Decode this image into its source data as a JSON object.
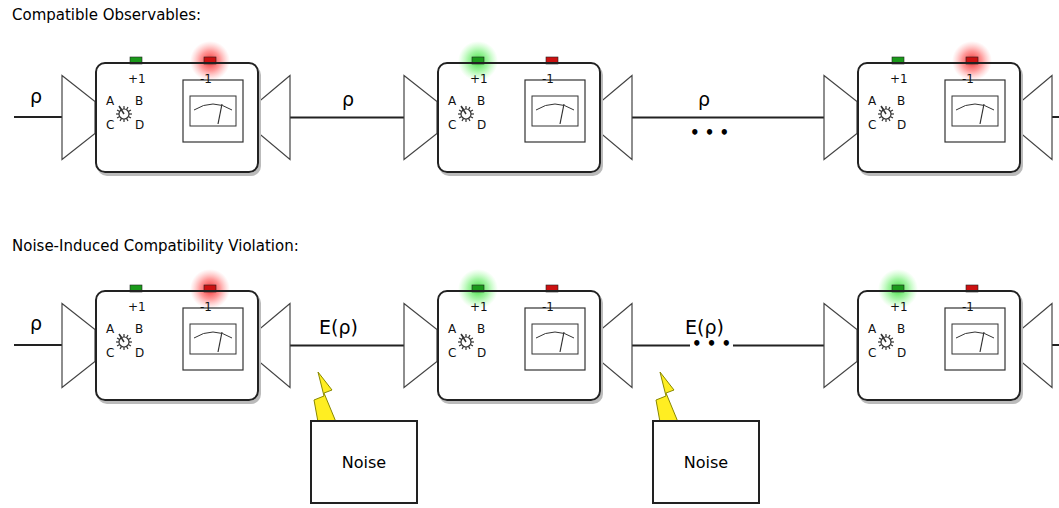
{
  "diagram": {
    "nodes": [
      {
        "text": [
          "+1",
          "-1",
          "A",
          "B",
          "C",
          "D"
        ]
      },
      {
        "text": [
          "+1",
          "-1",
          "A",
          "B",
          "C",
          "D"
        ]
      },
      {
        "text": [
          "+1",
          "-1",
          "A",
          "B",
          "C",
          "D"
        ]
      },
      {
        "text": [
          "+1",
          "-1",
          "A",
          "B",
          "C",
          "D"
        ]
      },
      {
        "text": [
          "+1",
          "-1",
          "A",
          "B",
          "C",
          "D"
        ]
      },
      {
        "text": [
          "+1",
          "-1",
          "A",
          "B",
          "C",
          "D"
        ]
      },
      {
        "text": [
          "Noise"
        ]
      },
      {
        "text": [
          "Noise"
        ]
      }
    ],
    "edges": [
      {
        "from": 0,
        "to": 1,
        "arrow": "none",
        "label": "ρ"
      },
      {
        "from": 1,
        "to": 2,
        "arrow": "none",
        "label": "ρ"
      },
      {
        "from": 3,
        "to": 4,
        "arrow": "none",
        "label": "E(ρ)"
      },
      {
        "from": 4,
        "to": 5,
        "arrow": "none",
        "label": "E(ρ)"
      }
    ],
    "labels": [
      "Compatible Observables:",
      "ρ",
      "• • •",
      "Noise-Induced Compatibility Violation:",
      "ρ",
      "• • •"
    ]
  }
}
